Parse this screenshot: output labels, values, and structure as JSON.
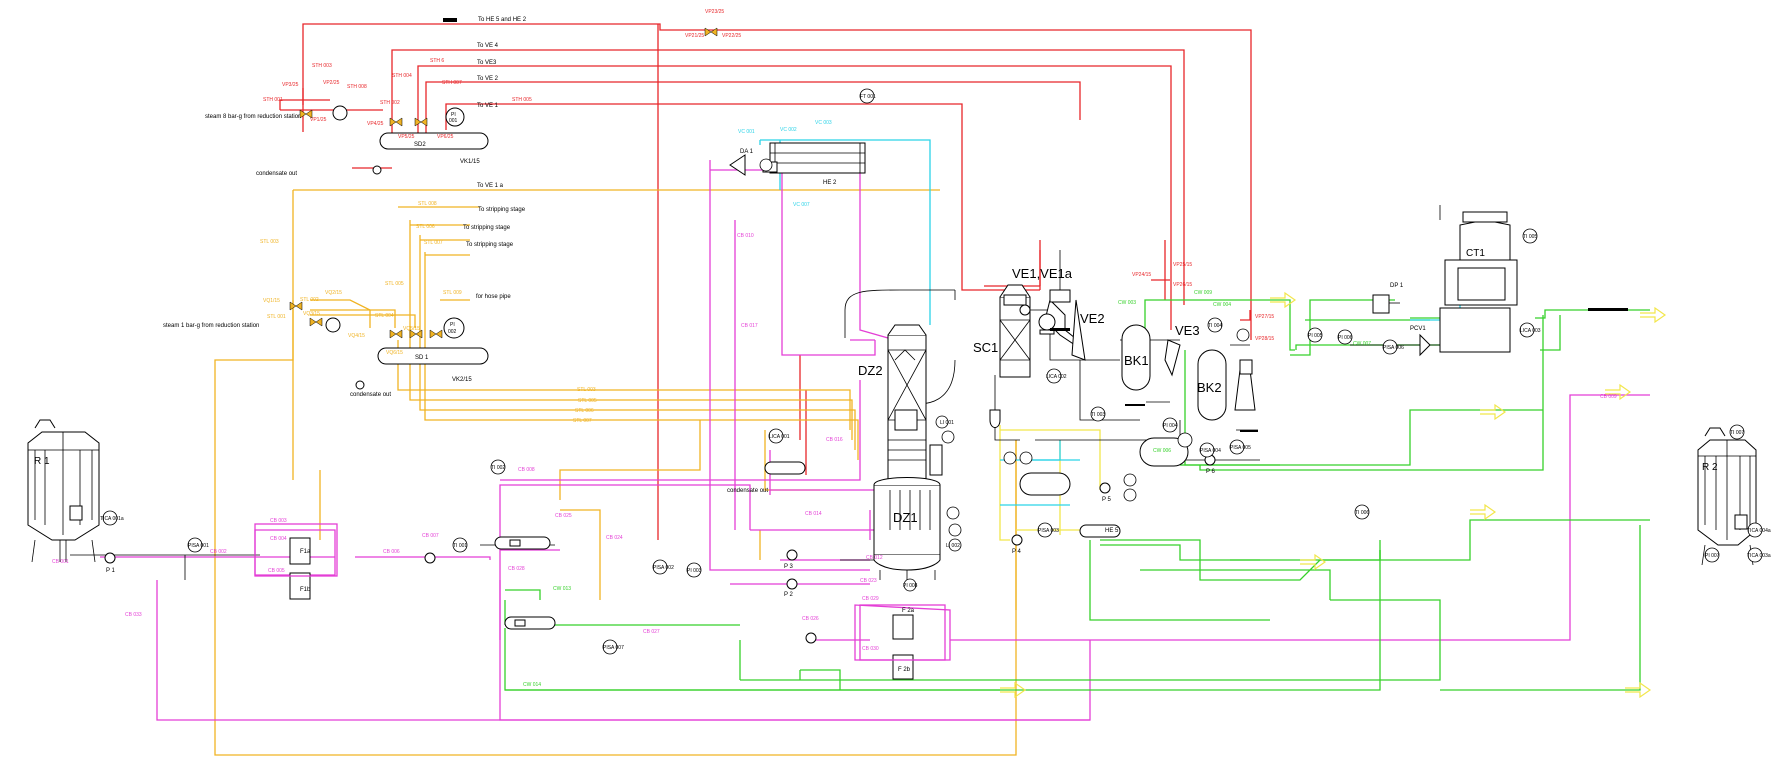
{
  "colors": {
    "steam": "#e8262a",
    "stl": "#f0b323",
    "cb": "#e43fd6",
    "cw": "#36d12a",
    "vc": "#2bd3e8",
    "yellow": "#f2e64b",
    "black": "#000000"
  },
  "equipment": {
    "r1": "R 1",
    "r2": "R 2",
    "p1": "P 1",
    "f1a": "F1a",
    "f1b": "F1b",
    "sd1": "SD 1",
    "sd2": "SD2",
    "pi1_top": "PI",
    "pi1_bot": "002",
    "pi2_top": "PI",
    "pi2_bot": "001",
    "da1": "DA 1",
    "he2": "HE 2",
    "dz1": "DZ1",
    "dz2": "DZ2",
    "sc1": "SC1",
    "ve1": "VE1,VE1a",
    "ve2": "VE2",
    "ve3": "VE3",
    "bk1": "BK1",
    "bk2": "BK2",
    "ct1": "CT1",
    "dp1": "DP 1",
    "pcv1": "PCV1",
    "f2a": "F 2a",
    "f2b": "F 2b",
    "p2": "P 2",
    "p3": "P 3",
    "p4": "P 4",
    "p5": "P 5",
    "p6": "P 6",
    "he5": "HE 5"
  },
  "notes": {
    "to_he5_he2": "To HE 5 and HE 2",
    "to_ve4": "To VE 4",
    "to_ve3": "To VE3",
    "to_ve2": "To VE 2",
    "to_ve1": "To VE 1",
    "to_ve1a": "To VE 1 a",
    "steam8": "steam 8 bar-g from reduction station",
    "steam1": "steam 1 bar-g from reduction station",
    "condensate_out_1": "condensate out",
    "condensate_out_2": "condensate out",
    "condensate_out_3": "condensate out",
    "strip1": "To stripping stage",
    "strip2": "To stripping stage",
    "strip3": "To stripping stage",
    "hose": "for hose pipe",
    "vk115": "VK1/15",
    "vk215": "VK2/15"
  },
  "steam_labels": {
    "sth001": "STH 001",
    "sth002": "STH 002",
    "sth003": "STH 003",
    "sth004": "STH 004",
    "sth005": "STH 005",
    "sth006": "STH 6",
    "sth007": "STH 007",
    "sth008": "STH 008",
    "vp1": "VP3/25",
    "vp2": "VP1/25",
    "vp3": "VP2/25",
    "vp4": "VP4/25",
    "vp5": "VP5/25",
    "vp6": "VP6/25",
    "vp23": "VP23/25",
    "vp21": "VP21/25",
    "vp22": "VP22/25",
    "vp24": "VP24/15",
    "vp25": "VP25/15",
    "vp26": "VP26/15",
    "vp27": "VP27/15",
    "vp28": "VP28/15"
  },
  "stl_labels": {
    "stl001": "STL 001",
    "stl002": "STL 002",
    "stl003": "STL 003",
    "stl004": "STL 004",
    "stl005": "STL 005",
    "stl006": "STL 006",
    "stl007": "STL 007",
    "stl008": "STL 008",
    "stl009": "STL 009",
    "stl003b": "STL 003",
    "stl005b": "STL 005",
    "stl006b": "STL 006",
    "stl007b": "STL 007",
    "vq1": "VQ1/15",
    "vq2": "VQ2/15",
    "vq3": "VQ3/15",
    "vq4": "VQ4/15",
    "vq5": "VQ5/15",
    "vq6": "VQ6/15"
  },
  "cb_labels": {
    "cb001": "CB 001",
    "cb002": "CB 002",
    "cb003": "CB 003",
    "cb004": "CB 004",
    "cb005": "CB 005",
    "cb006": "CB 006",
    "cb007": "CB 007",
    "cb008": "CB 008",
    "cb009": "CB 009",
    "cb010": "CB 010",
    "cb014": "CB 014",
    "cb016": "CB 016",
    "cb017": "CB 017",
    "cb023": "CB 023",
    "cb024": "CB 024",
    "cb025": "CB 025",
    "cb026": "CB 026",
    "cb027": "CB 027",
    "cb028": "CB 028",
    "cb029": "CB 029",
    "cb030": "CB 030",
    "cb033": "CB 033",
    "cb012": "CB 012"
  },
  "cw_labels": {
    "cw003": "CW 003",
    "cw004": "CW 004",
    "cw006": "CW 006",
    "cw007": "CW 007",
    "cw009": "CW 009",
    "cw013": "CW 013",
    "cw014": "CW 014"
  },
  "vc_labels": {
    "vc001": "VC 001",
    "vc002": "VC 002",
    "vc003": "VC 003",
    "vc007": "VC 007"
  },
  "instruments": {
    "ti001": "TI 001",
    "ti002": "TI 002",
    "ti003": "TI 003",
    "ti004": "TI 004",
    "ti005": "TI 005",
    "ti006": "TI 006",
    "ti007": "TI 007",
    "pi003": "PI 003",
    "pi004": "PI 004",
    "pi005": "PI 005",
    "pi006": "PI 006",
    "pi007": "PI 007",
    "pisa1": "PISA 001",
    "pisa2": "PISA 002",
    "pisa3": "PISA 003",
    "pisa4": "PISA 004",
    "pisa5": "PISA 005",
    "pisa6": "PISA 006",
    "pisa7": "PISA 007",
    "lica1": "LICA 001",
    "lica2": "LICA 002",
    "lica3": "LICA 003",
    "tica1": "TICA 001a",
    "tica2": "TICA 004a",
    "ftl1": "FT 001",
    "li1": "LI 001",
    "li2": "LI 002",
    "pi_sd": "PI 008",
    "tica3": "TICA 003a"
  }
}
